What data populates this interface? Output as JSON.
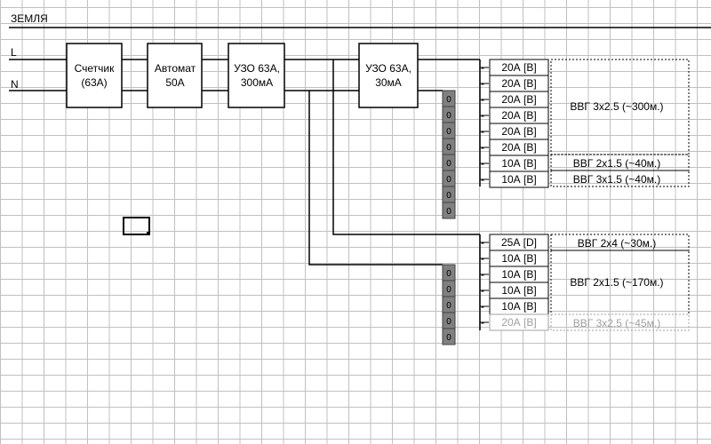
{
  "header": {
    "ground_label": "ЗЕМЛЯ"
  },
  "lines": {
    "l_label": "L",
    "n_label": "N"
  },
  "blocks": {
    "meter": [
      "Счетчик",
      "(63А)"
    ],
    "breaker": [
      "Автомат",
      "50А"
    ],
    "rcd_main": [
      "УЗО 63А,",
      "300мА"
    ],
    "rcd_group": [
      "УЗО 63А,",
      "30мА"
    ]
  },
  "group1": {
    "rows": [
      {
        "dash": "-",
        "rating": "20А [В]"
      },
      {
        "dash": "-",
        "rating": "20А [В]"
      },
      {
        "dash": "-",
        "rating": "20А [В]"
      },
      {
        "dash": "-",
        "rating": "20А [В]"
      },
      {
        "dash": "-",
        "rating": "20А [В]"
      },
      {
        "dash": "-",
        "rating": "20А [В]"
      },
      {
        "dash": "-",
        "rating": "10А [В]"
      },
      {
        "dash": "-",
        "rating": "10А [В]"
      }
    ],
    "cables": [
      "ВВГ 3х2.5 (~300м.)",
      "ВВГ 2х1.5 (~40м.)",
      "ВВГ 3х1.5 (~40м.)"
    ],
    "terminal_mark": "0"
  },
  "group2": {
    "rows": [
      {
        "dash": "-",
        "rating": "25А [D]"
      },
      {
        "dash": "-",
        "rating": "10А [В]"
      },
      {
        "dash": "-",
        "rating": "10А [В]"
      },
      {
        "dash": "-",
        "rating": "10А [В]"
      },
      {
        "dash": "-",
        "rating": "10А [В]"
      },
      {
        "dash": "-",
        "rating": "20А [В]"
      }
    ],
    "cables": [
      "ВВГ 2х4 (~30м.)",
      "ВВГ 2х1.5 (~170м.)",
      "ВВГ 3х2.5 (~45м.)"
    ],
    "terminal_mark": "0"
  },
  "colors": {
    "line": "#000000",
    "terminal": "#808080",
    "faded_text": "#a0a0a0"
  }
}
